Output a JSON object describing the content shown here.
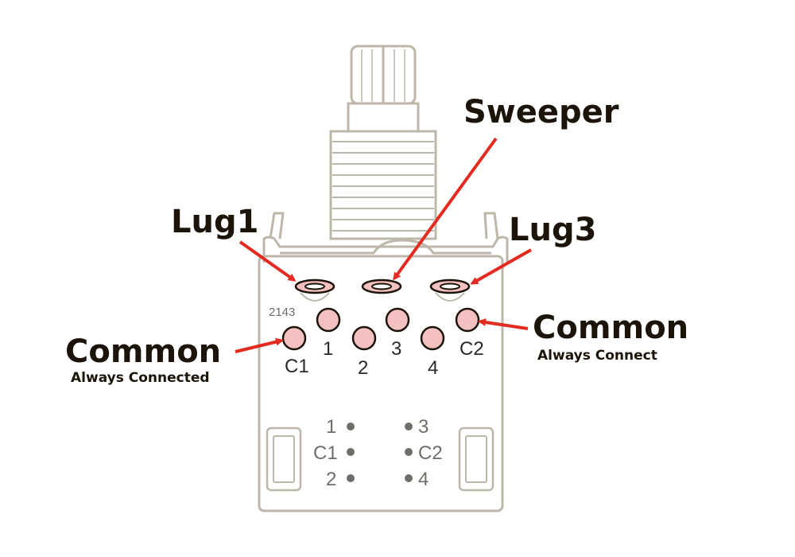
{
  "callouts": {
    "sweeper": "Sweeper",
    "lug1": "Lug1",
    "lug3": "Lug3",
    "common_left": "Common",
    "common_left_sub": "Always Connected",
    "common_right": "Common",
    "common_right_sub": "Always Connect"
  },
  "pins": {
    "part_code": "2143",
    "p1": "1",
    "p2": "2",
    "p3": "3",
    "p4": "4",
    "c1": "C1",
    "c2": "C2"
  },
  "legend": {
    "l1": "1",
    "lc1": "C1",
    "l2": "2",
    "r3": "3",
    "rc2": "C2",
    "r4": "4"
  },
  "colors": {
    "arrow": "#e32b22",
    "pad_fill": "#f4c1c0",
    "pad_stroke": "#1c1409",
    "outline": "#bdb7aa",
    "legend_dot": "#6e6e68"
  }
}
